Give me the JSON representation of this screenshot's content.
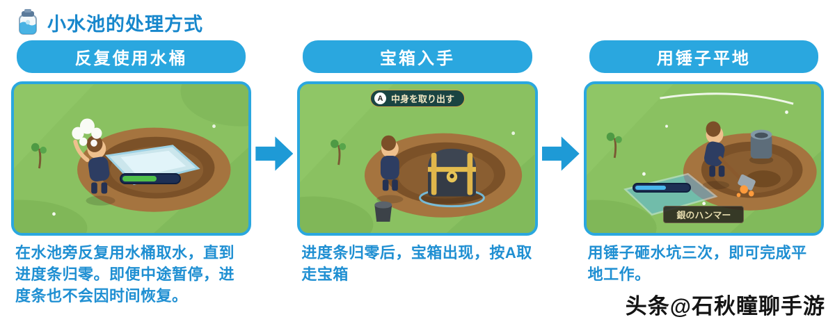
{
  "header": {
    "title": "小水池的处理方式"
  },
  "steps": [
    {
      "label": "反复使用水桶",
      "caption": "在水池旁反复用水桶取水，直到进度条归零。即便中途暂停，进度条也不会因时间恢复。"
    },
    {
      "label": "宝箱入手",
      "banner_icon": "A",
      "banner_text": "中身を取り出す",
      "caption": "进度条归零后，宝箱出现，按A取走宝箱"
    },
    {
      "label": "用锤子平地",
      "item_label": "銀のハンマー",
      "caption": "用锤子砸水坑三次，即可完成平地工作。"
    }
  ],
  "watermark": "头条@石秋瞳聊手游",
  "colors": {
    "accent_blue": "#2aa7df",
    "caption_blue": "#1f8fd2",
    "grass_green": "#8ac161",
    "pit_brown": "#a5743f"
  }
}
